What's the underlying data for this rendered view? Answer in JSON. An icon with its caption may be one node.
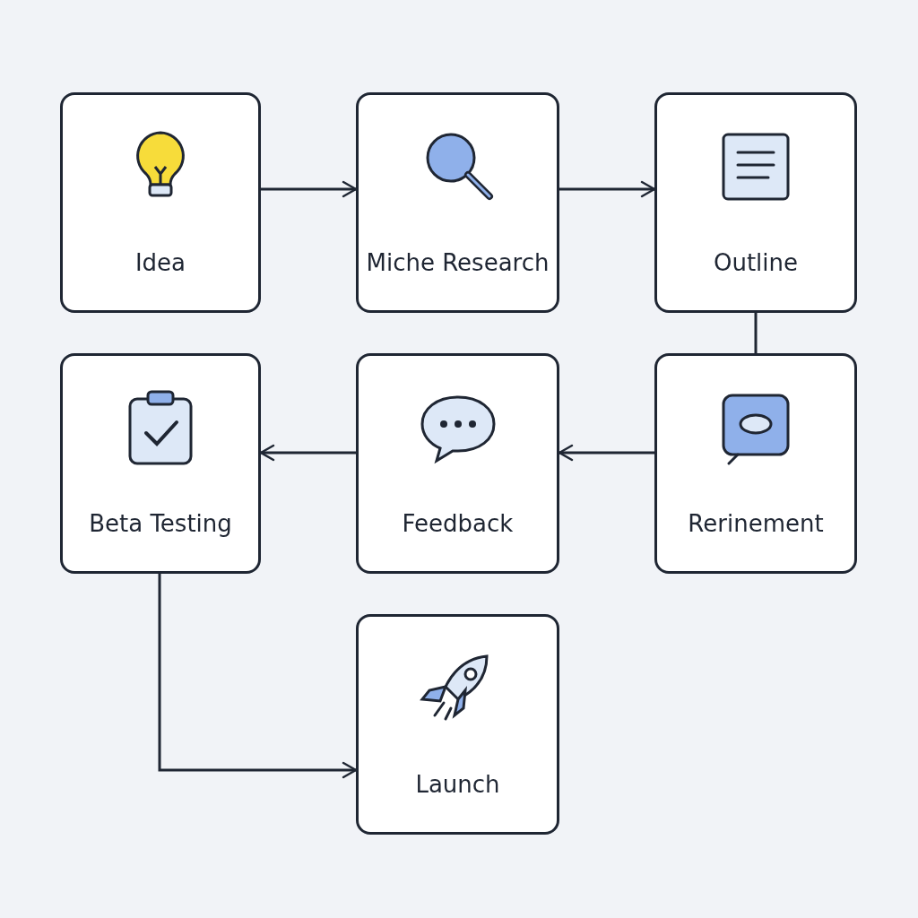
{
  "diagram": {
    "nodes": [
      {
        "text": [
          "Idea"
        ]
      },
      {
        "text": [
          "Miche Research"
        ]
      },
      {
        "text": [
          "Outline"
        ]
      },
      {
        "text": [
          "Beta Testing"
        ]
      },
      {
        "text": [
          "Feedback"
        ]
      },
      {
        "text": [
          "Rerinement"
        ]
      },
      {
        "text": [
          "Launch"
        ]
      }
    ],
    "edges": [
      {
        "from": 0,
        "to": 1,
        "arrow": "to"
      },
      {
        "from": 1,
        "to": 2,
        "arrow": "to"
      },
      {
        "from": 2,
        "to": 5,
        "arrow": "none"
      },
      {
        "from": 5,
        "to": 4,
        "arrow": "to"
      },
      {
        "from": 4,
        "to": 3,
        "arrow": "to"
      },
      {
        "from": 3,
        "to": 6,
        "arrow": "to"
      }
    ]
  }
}
